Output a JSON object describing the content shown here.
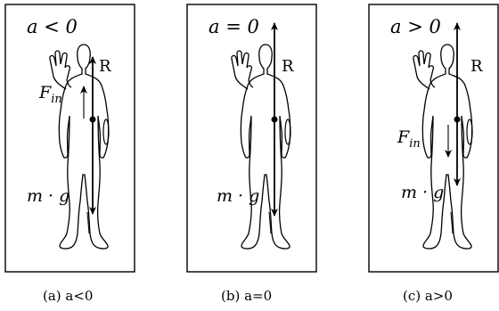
{
  "panels": [
    {
      "condition": "a < 0",
      "reaction_label": "R",
      "inertial_label": "F",
      "inertial_sub": "in",
      "weight_label": "m · g",
      "caption": "(a) a<0"
    },
    {
      "condition": "a = 0",
      "reaction_label": "R",
      "inertial_label": "",
      "inertial_sub": "",
      "weight_label": "m · g",
      "caption": "(b) a=0"
    },
    {
      "condition": "a > 0",
      "reaction_label": "R",
      "inertial_label": "F",
      "inertial_sub": "in",
      "weight_label": "m · g",
      "caption": "(c) a>0"
    }
  ]
}
